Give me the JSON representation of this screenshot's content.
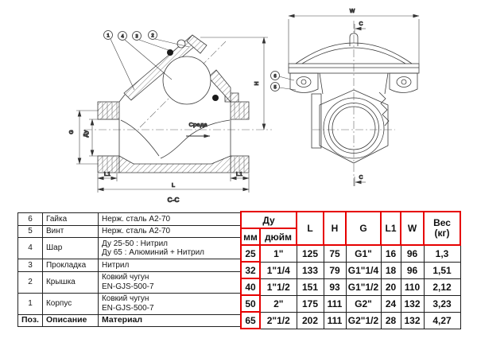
{
  "drawing": {
    "callouts": {
      "c1": "1",
      "c2": "2",
      "c3": "3",
      "c4": "4",
      "c5": "5",
      "c6": "6"
    },
    "labels": {
      "h": "H",
      "g": "G",
      "du": "Ду",
      "l1_left": "L1",
      "l1_right": "L1",
      "l": "L",
      "section": "C-C",
      "flow": "Среда",
      "w": "W",
      "c_top": "C",
      "c_bottom": "C"
    }
  },
  "parts_table": {
    "header": {
      "pos": "Поз.",
      "desc": "Описание",
      "mat": "Материал"
    },
    "rows": [
      {
        "pos": "6",
        "desc": "Гайка",
        "mat1": "Нерж. сталь А2-70",
        "mat2": ""
      },
      {
        "pos": "5",
        "desc": "Винт",
        "mat1": "Нерж. сталь А2-70",
        "mat2": ""
      },
      {
        "pos": "4",
        "desc": "Шар",
        "mat1": "Ду 25-50 : Нитрил",
        "mat2": "Ду 65 : Алюминий + Нитрил"
      },
      {
        "pos": "3",
        "desc": "Прокладка",
        "mat1": "Нитрил",
        "mat2": ""
      },
      {
        "pos": "2",
        "desc": "Крышка",
        "mat1": "Ковкий чугун",
        "mat2": "EN-GJS-500-7"
      },
      {
        "pos": "1",
        "desc": "Корпус",
        "mat1": "Ковкий чугун",
        "mat2": "EN-GJS-500-7"
      }
    ]
  },
  "dim_table": {
    "accent_color": "#e60000",
    "header": {
      "du": "Ду",
      "mm": "мм",
      "inch": "дюйм",
      "l": "L",
      "h": "H",
      "g": "G",
      "l1": "L1",
      "w": "W",
      "weight1": "Вес",
      "weight2": "(кг)"
    },
    "rows": [
      [
        "25",
        "1\"",
        "125",
        "75",
        "G1\"",
        "16",
        "96",
        "1,3"
      ],
      [
        "32",
        "1\"1/4",
        "133",
        "79",
        "G1\"1/4",
        "18",
        "96",
        "1,51"
      ],
      [
        "40",
        "1\"1/2",
        "151",
        "93",
        "G1\"1/2",
        "20",
        "110",
        "2,12"
      ],
      [
        "50",
        "2\"",
        "175",
        "111",
        "G2\"",
        "24",
        "132",
        "3,23"
      ],
      [
        "65",
        "2\"1/2",
        "202",
        "111",
        "G2\"1/2",
        "28",
        "132",
        "4,27"
      ]
    ]
  }
}
